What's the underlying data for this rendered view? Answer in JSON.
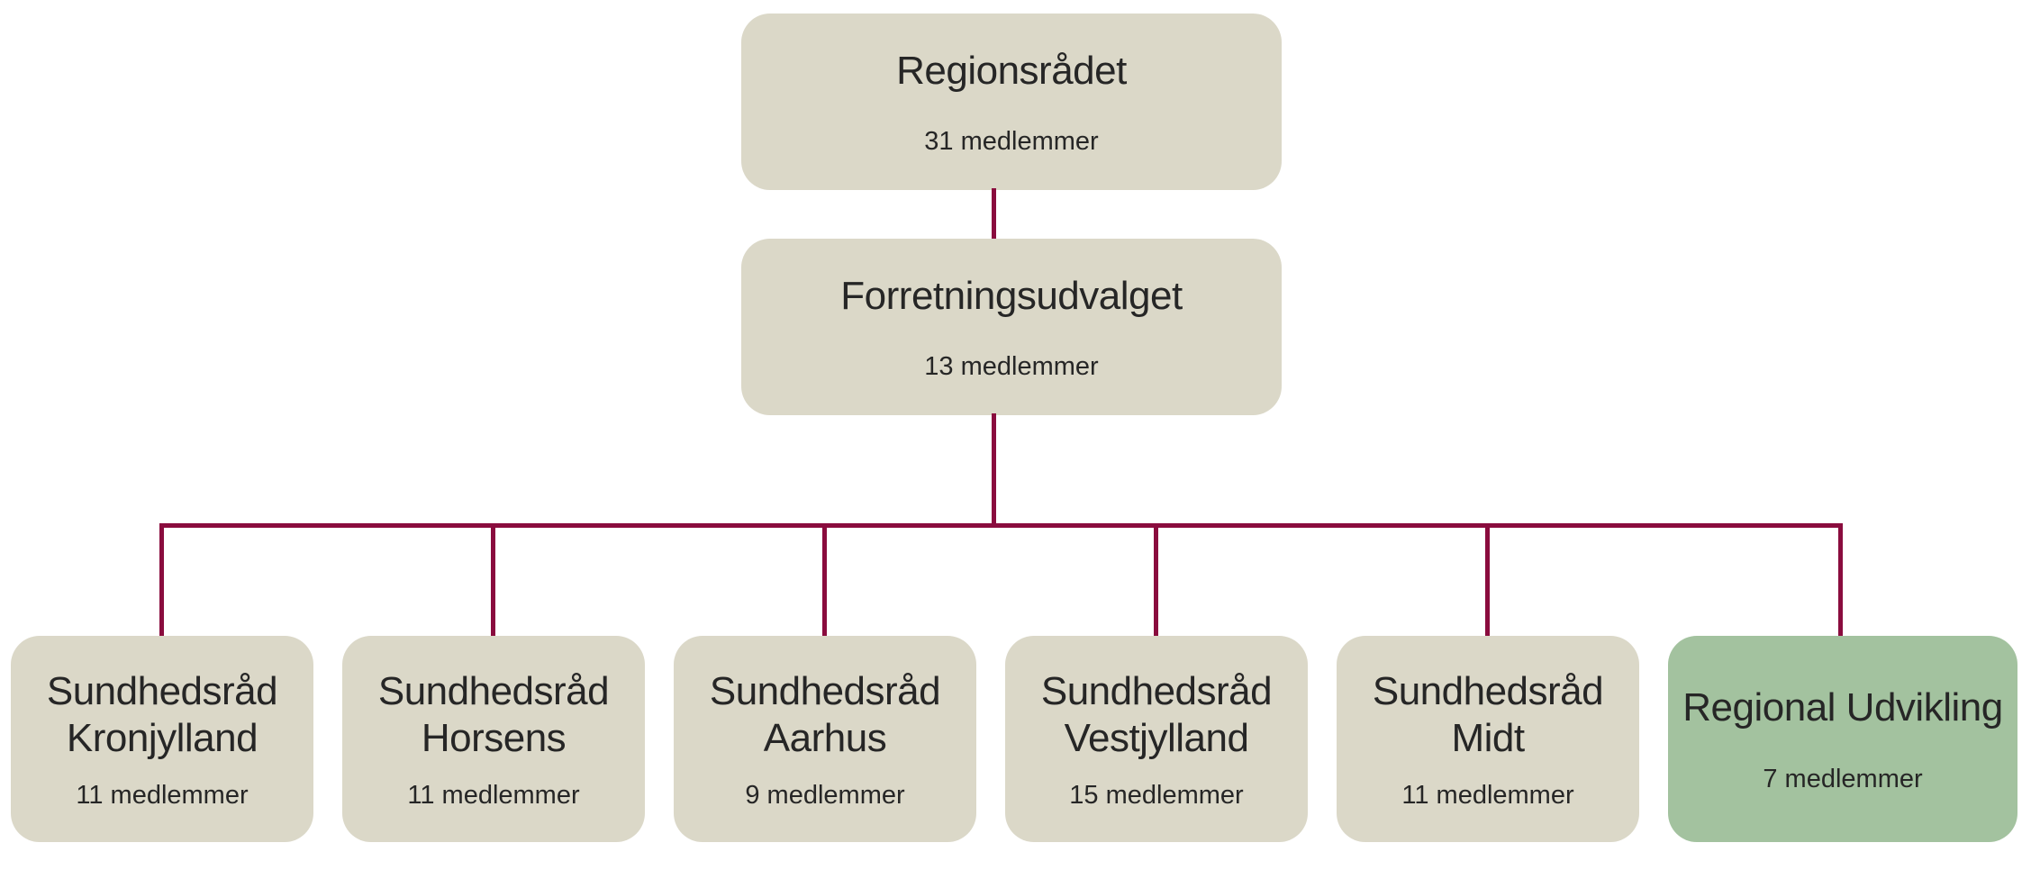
{
  "org_chart": {
    "root": {
      "title": "Regionsrådet",
      "subtitle": "31 medlemmer"
    },
    "executive": {
      "title": "Forretningsudvalget",
      "subtitle": "13 medlemmer"
    },
    "children": [
      {
        "title": "Sundhedsråd Kronjylland",
        "subtitle": "11 medlemmer",
        "variant": "beige"
      },
      {
        "title": "Sundhedsråd Horsens",
        "subtitle": "11 medlemmer",
        "variant": "beige"
      },
      {
        "title": "Sundhedsråd Aarhus",
        "subtitle": "9 medlemmer",
        "variant": "beige"
      },
      {
        "title": "Sundhedsråd Vestjylland",
        "subtitle": "15 medlemmer",
        "variant": "beige"
      },
      {
        "title": "Sundhedsråd Midt",
        "subtitle": "11 medlemmer",
        "variant": "beige"
      },
      {
        "title": "Regional Udvikling",
        "subtitle": "7 medlemmer",
        "variant": "green"
      }
    ],
    "colors": {
      "box_default": "#dbd8c8",
      "box_highlight": "#a3c29f",
      "connector": "#8a0c3e",
      "text": "#262626",
      "background": "#ffffff"
    }
  }
}
